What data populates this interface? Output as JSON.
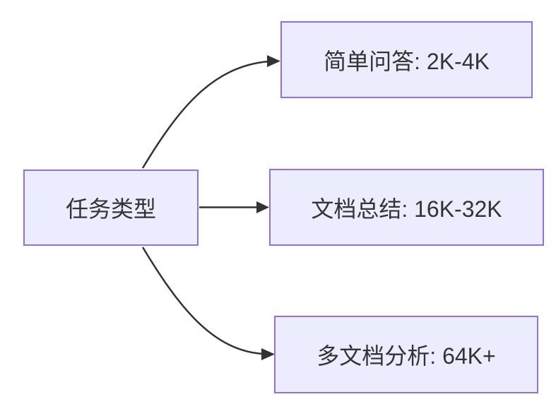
{
  "diagram": {
    "type": "flowchart",
    "direction": "left-to-right",
    "nodes": {
      "root": {
        "label": "任务类型"
      },
      "child1": {
        "label": "简单问答: 2K-4K"
      },
      "child2": {
        "label": "文档总结: 16K-32K"
      },
      "child3": {
        "label": "多文档分析: 64K+"
      }
    },
    "edges": [
      {
        "from": "任务类型",
        "to": "简单问答: 2K-4K",
        "shape": "curved-up",
        "arrow": "filled-triangle"
      },
      {
        "from": "任务类型",
        "to": "文档总结: 16K-32K",
        "shape": "straight",
        "arrow": "filled-triangle"
      },
      {
        "from": "任务类型",
        "to": "多文档分析: 64K+",
        "shape": "curved-down",
        "arrow": "filled-triangle"
      }
    ],
    "colors": {
      "node_fill": "#ECECFF",
      "node_border": "#9370DB",
      "edge": "#333333",
      "text": "#333333",
      "background": "#FFFFFF"
    }
  }
}
